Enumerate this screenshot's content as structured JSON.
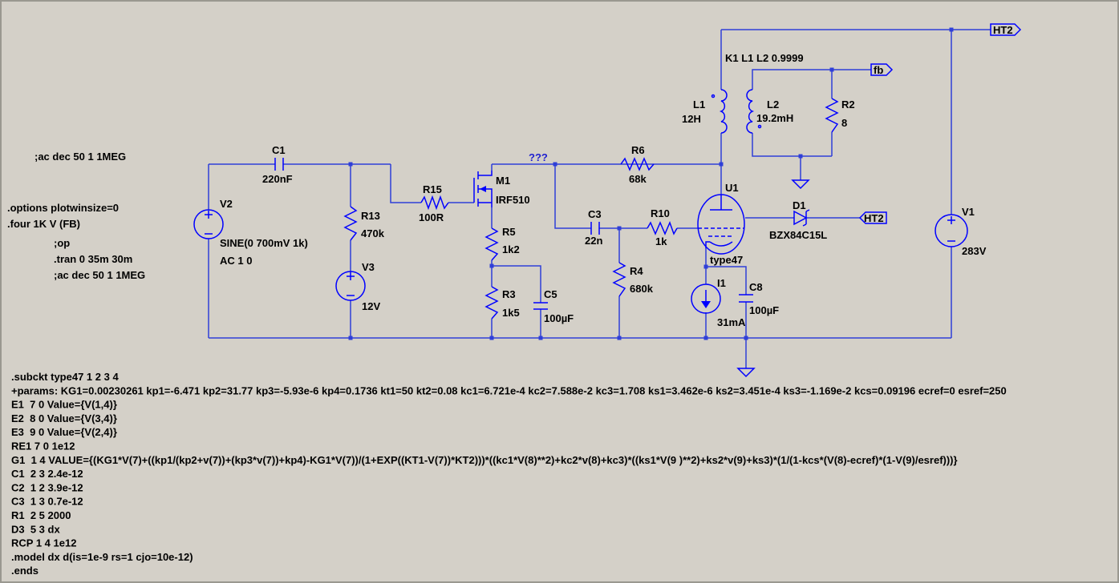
{
  "colors": {
    "background": "#d4d0c8",
    "wire": "#2f3fd8",
    "component": "#0000ff",
    "text": "#000000"
  },
  "directives_left": {
    "ac_top": ";ac dec 50 1 1MEG",
    "options": ".options plotwinsize=0",
    "four": ".four 1K V (FB)",
    "op": ";op",
    "tran": ".tran 0 35m 30m",
    "ac_bottom": ";ac dec 50 1 1MEG"
  },
  "coupling": "K1 L1 L2 0.9999",
  "nets": {
    "ht2_top": "HT2",
    "ht2_right": "HT2",
    "fb": "fb",
    "unnamed_node": "???"
  },
  "components": {
    "C1": {
      "ref": "C1",
      "value": "220nF"
    },
    "V2": {
      "ref": "V2",
      "value": "SINE(0 700mV 1k)",
      "ac": "AC 1 0"
    },
    "R13": {
      "ref": "R13",
      "value": "470k"
    },
    "V3": {
      "ref": "V3",
      "value": "12V"
    },
    "R15": {
      "ref": "R15",
      "value": "100R"
    },
    "M1": {
      "ref": "M1",
      "value": "IRF510"
    },
    "R5": {
      "ref": "R5",
      "value": "1k2"
    },
    "R3": {
      "ref": "R3",
      "value": "1k5"
    },
    "C5": {
      "ref": "C5",
      "value": "100µF"
    },
    "R6": {
      "ref": "R6",
      "value": "68k"
    },
    "C3": {
      "ref": "C3",
      "value": "22n"
    },
    "R10": {
      "ref": "R10",
      "value": "1k"
    },
    "R4": {
      "ref": "R4",
      "value": "680k"
    },
    "L1": {
      "ref": "L1",
      "value": "12H"
    },
    "L2": {
      "ref": "L2",
      "value": "19.2mH"
    },
    "R2": {
      "ref": "R2",
      "value": "8"
    },
    "U1": {
      "ref": "U1",
      "value": "type47"
    },
    "D1": {
      "ref": "D1",
      "value": "BZX84C15L"
    },
    "I1": {
      "ref": "I1",
      "value": "31mA"
    },
    "C8": {
      "ref": "C8",
      "value": "100µF"
    },
    "V1": {
      "ref": "V1",
      "value": "283V"
    }
  },
  "subckt_lines": [
    ".subckt type47 1 2 3 4",
    "+params: KG1=0.00230261 kp1=-6.471 kp2=31.77 kp3=-5.93e-6 kp4=0.1736 kt1=50 kt2=0.08 kc1=6.721e-4 kc2=7.588e-2 kc3=1.708 ks1=3.462e-6 ks2=3.451e-4 ks3=-1.169e-2 kcs=0.09196 ecref=0 esref=250",
    "E1  7 0 Value={V(1,4)}",
    "E2  8 0 Value={V(3,4)}",
    "E3  9 0 Value={V(2,4)}",
    "RE1 7 0 1e12",
    "G1  1 4 VALUE={(KG1*V(7)+((kp1/(kp2+v(7))+(kp3*v(7))+kp4)-KG1*V(7))/(1+EXP((KT1-V(7))*KT2)))*((kc1*V(8)**2)+kc2*v(8)+kc3)*((ks1*V(9 )**2)+ks2*v(9)+ks3)*(1/(1-kcs*(V(8)-ecref)*(1-V(9)/esref)))}",
    "C1  2 3 2.4e-12",
    "C2  1 2 3.9e-12",
    "C3  1 3 0.7e-12",
    "R1  2 5 2000",
    "D3  5 3 dx",
    "RCP 1 4 1e12",
    ".model dx d(is=1e-9 rs=1 cjo=10e-12)",
    ".ends"
  ]
}
